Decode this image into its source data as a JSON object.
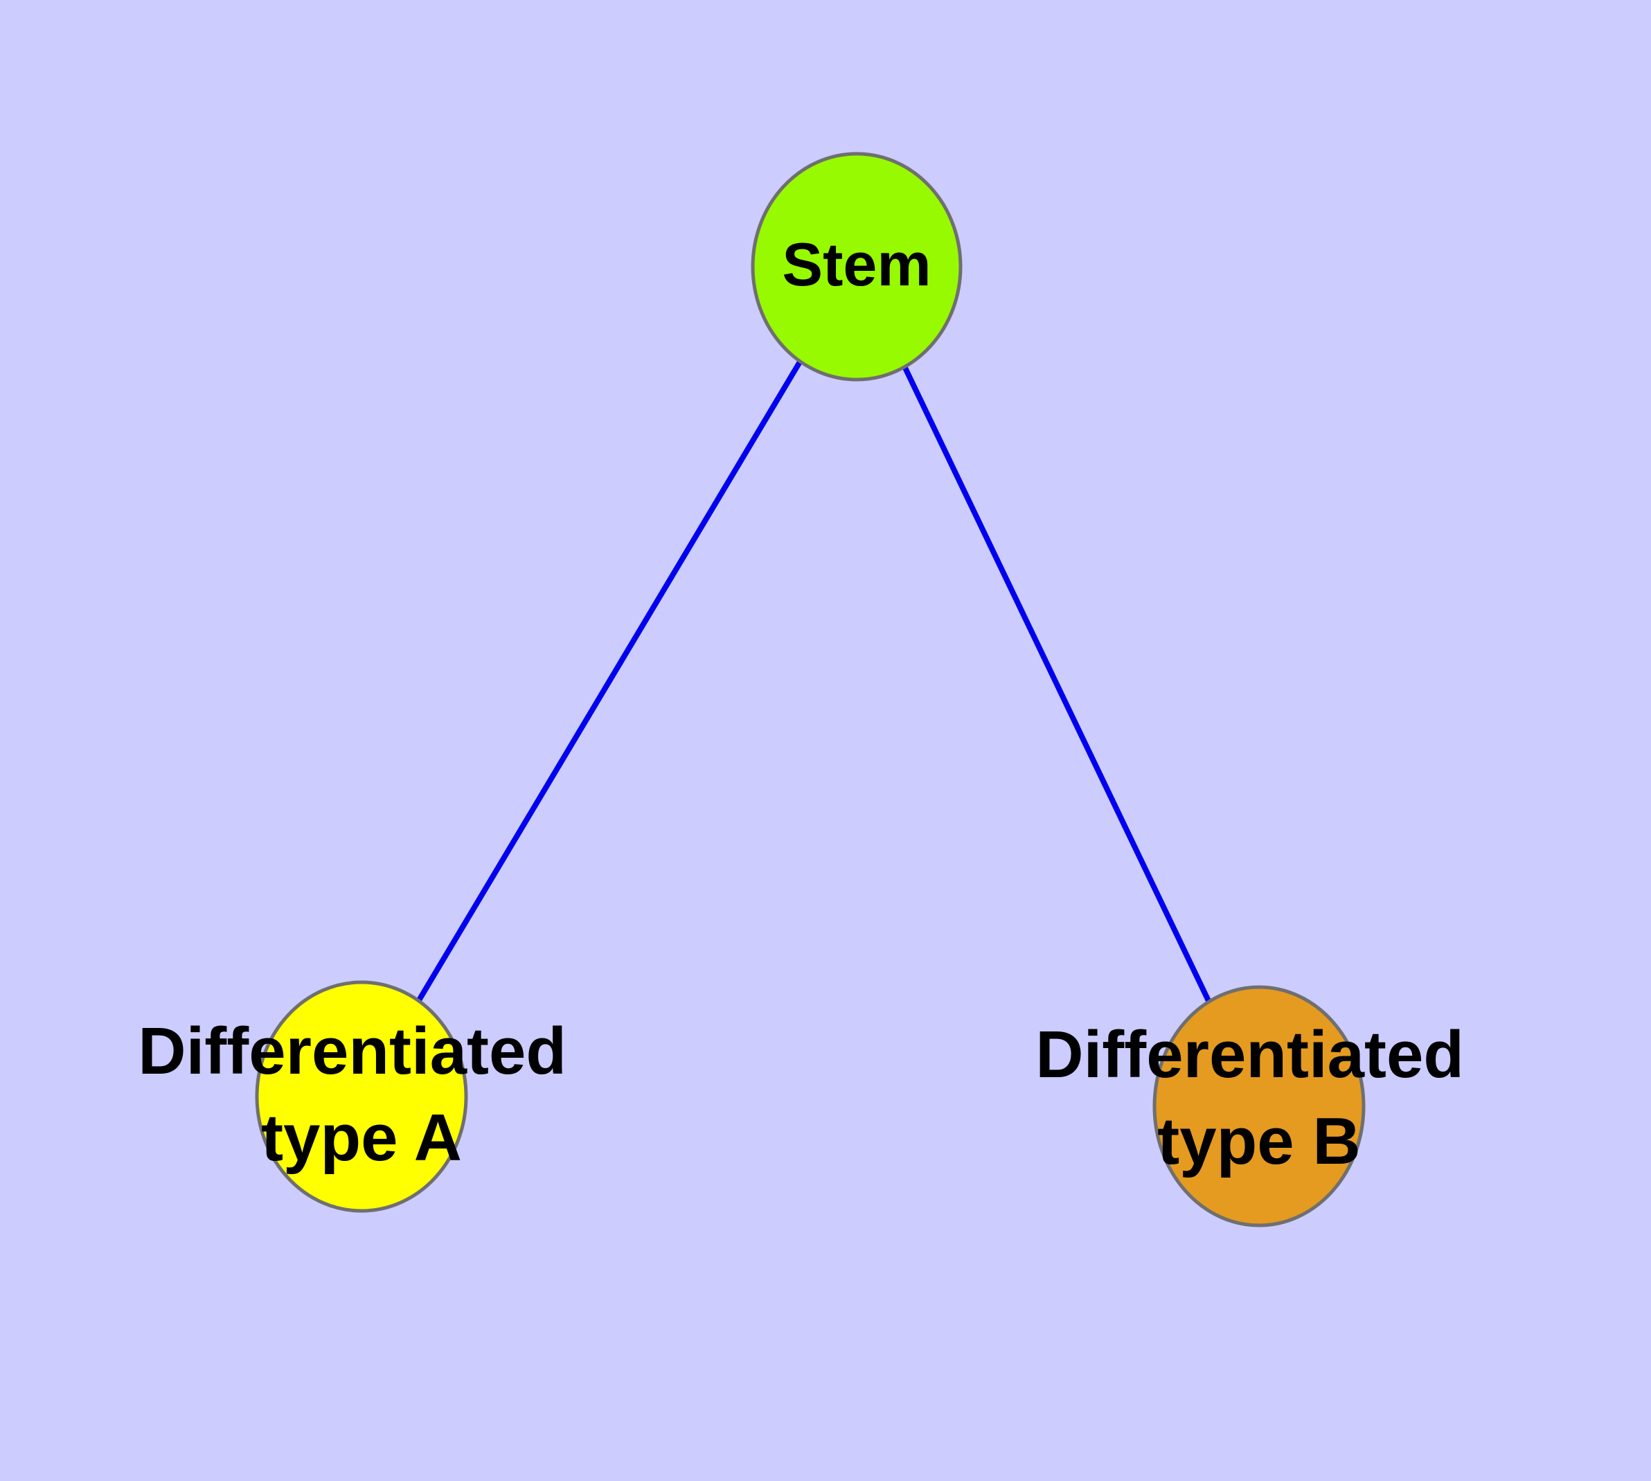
{
  "colors": {
    "background": "#CCCCFF",
    "edge": "#0000EE",
    "node_border": "#6F6F6F",
    "label": "#000000"
  },
  "nodes": {
    "stem": {
      "label": "Stem",
      "fill": "#97FA00"
    },
    "type_a": {
      "label_line1": "Differentiated",
      "label_line2": "type A",
      "fill": "#FFFF00"
    },
    "type_b": {
      "label_line1": "Differentiated",
      "label_line2": "type B",
      "fill": "#E59A20"
    }
  },
  "edges": [
    {
      "from": "Stem",
      "to": "Differentiated type A"
    },
    {
      "from": "Stem",
      "to": "Differentiated type B"
    }
  ]
}
